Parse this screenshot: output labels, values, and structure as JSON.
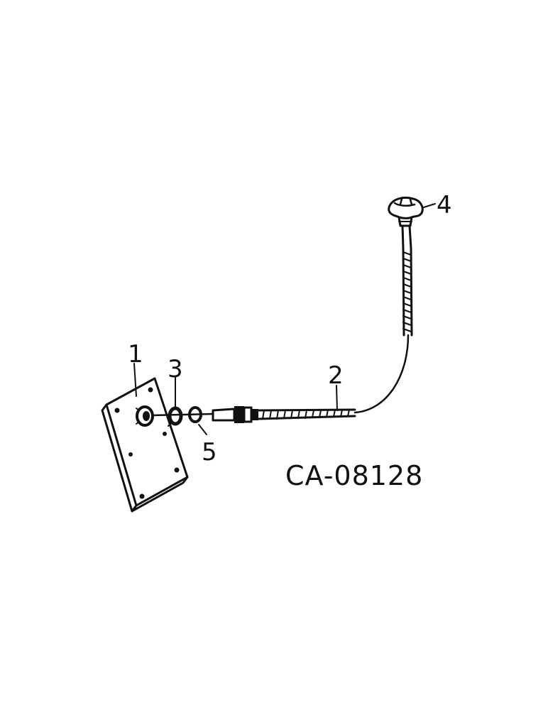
{
  "callouts": {
    "plate": "1",
    "cable": "2",
    "washer": "3",
    "knob": "4",
    "o_ring": "5"
  },
  "figure_code": "CA-08128"
}
